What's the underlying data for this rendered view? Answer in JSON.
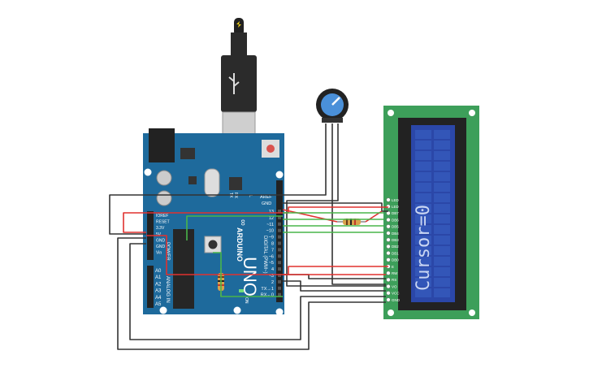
{
  "board": {
    "brand": "ARDUINO",
    "model": "UNO",
    "on_label": "ON",
    "tx_label": "TX",
    "rx_label": "RX",
    "l_label": "L",
    "aref": "AREF",
    "gnd": "GND",
    "digital_label": "DIGITAL (PWM~)",
    "power_label": "POWER",
    "analog_label": "ANALOG IN",
    "power_pins": [
      "IOREF",
      "RESET",
      "3.3V",
      "5V",
      "GND",
      "GND",
      "Vin"
    ],
    "analog_pins": [
      "A0",
      "A1",
      "A2",
      "A3",
      "A4",
      "A5"
    ],
    "digital_pins": [
      "13",
      "12",
      "~11",
      "~10",
      "~9",
      "8",
      "7",
      "~6",
      "~5",
      "4",
      "~3",
      "2",
      "TX→1",
      "RX←0"
    ]
  },
  "lcd": {
    "display_text": "Cursor=0",
    "pin_labels": [
      "LED",
      "LED",
      "DB7",
      "DB6",
      "DB5",
      "DB4",
      "DB3",
      "DB2",
      "DB1",
      "DB0",
      "E",
      "RW",
      "RS",
      "VO",
      "VCC",
      "GND"
    ]
  },
  "colors": {
    "board": "#1e6a9c",
    "lcd_pcb": "#3d9f5a",
    "lcd_screen": "#2b47a8",
    "wire_red": "#e0312f",
    "wire_green": "#49b54a",
    "wire_black": "#333333"
  }
}
